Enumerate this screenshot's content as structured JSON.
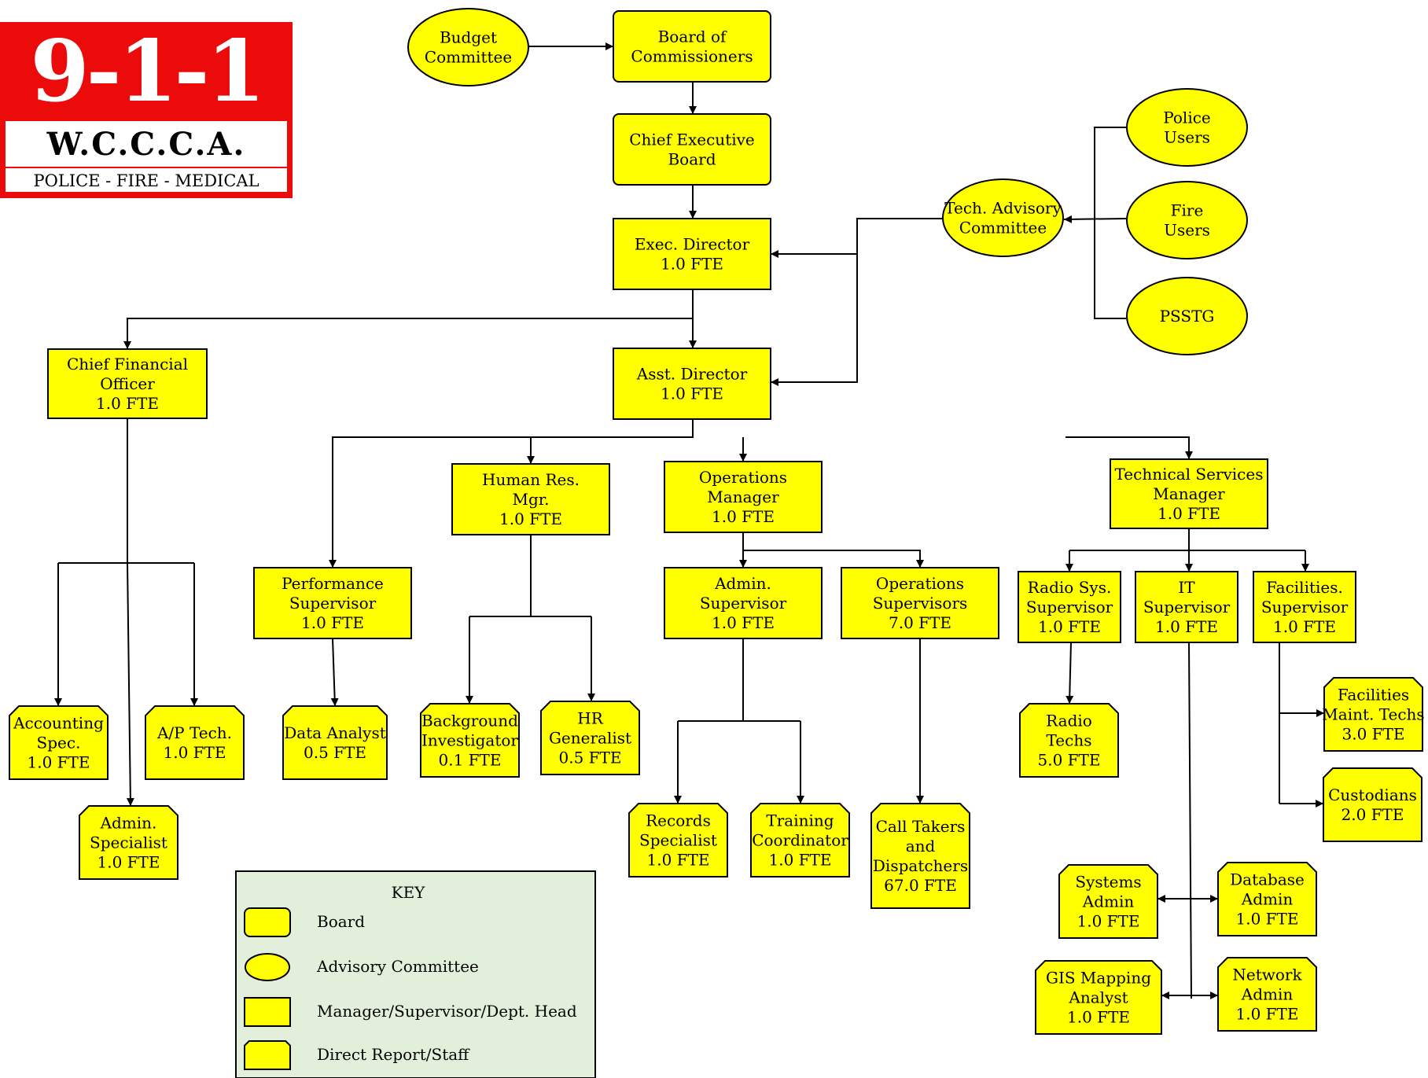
{
  "logo": {
    "number": "9-1-1",
    "org": "W.C.C.C.A.",
    "tagline": "POLICE - FIRE - MEDICAL"
  },
  "colors": {
    "box_fill": "#ffff00",
    "line": "#000000",
    "key_fill": "#e2efda",
    "logo_red": "#ec0b0b"
  },
  "nodes": [
    {
      "id": "budget",
      "shape": "ellipse",
      "lines": [
        "Budget",
        "Committee"
      ]
    },
    {
      "id": "board",
      "shape": "board",
      "lines": [
        "Board of",
        "Commissioners"
      ]
    },
    {
      "id": "ceb",
      "shape": "board",
      "lines": [
        "Chief Executive",
        "Board"
      ]
    },
    {
      "id": "exec",
      "shape": "manager",
      "lines": [
        "Exec. Director",
        "1.0 FTE"
      ]
    },
    {
      "id": "asst",
      "shape": "manager",
      "lines": [
        "Asst. Director",
        "1.0 FTE"
      ]
    },
    {
      "id": "tac",
      "shape": "ellipse",
      "lines": [
        "Tech. Advisory",
        "Committee"
      ]
    },
    {
      "id": "police",
      "shape": "ellipse",
      "lines": [
        "Police",
        "Users"
      ]
    },
    {
      "id": "fire",
      "shape": "ellipse",
      "lines": [
        "Fire",
        "Users"
      ]
    },
    {
      "id": "psstg",
      "shape": "ellipse",
      "lines": [
        "PSSTG"
      ]
    },
    {
      "id": "cfo",
      "shape": "manager",
      "lines": [
        "Chief Financial",
        "Officer",
        "1.0 FTE"
      ]
    },
    {
      "id": "hr",
      "shape": "manager",
      "lines": [
        "Human Res.",
        "Mgr.",
        "1.0 FTE"
      ]
    },
    {
      "id": "ops",
      "shape": "manager",
      "lines": [
        "Operations",
        "Manager",
        "1.0 FTE"
      ]
    },
    {
      "id": "tsm",
      "shape": "manager",
      "lines": [
        "Technical Services",
        "Manager",
        "1.0 FTE"
      ]
    },
    {
      "id": "perf",
      "shape": "manager",
      "lines": [
        "Performance",
        "Supervisor",
        "1.0 FTE"
      ]
    },
    {
      "id": "adminsup",
      "shape": "manager",
      "lines": [
        "Admin.",
        "Supervisor",
        "1.0 FTE"
      ]
    },
    {
      "id": "opsup",
      "shape": "manager",
      "lines": [
        "Operations",
        "Supervisors",
        "7.0 FTE"
      ]
    },
    {
      "id": "radiosup",
      "shape": "manager",
      "lines": [
        "Radio Sys.",
        "Supervisor",
        "1.0 FTE"
      ]
    },
    {
      "id": "itsup",
      "shape": "manager",
      "lines": [
        "IT",
        "Supervisor",
        "1.0 FTE"
      ]
    },
    {
      "id": "facsup",
      "shape": "manager",
      "lines": [
        "Facilities.",
        "Supervisor",
        "1.0 FTE"
      ]
    },
    {
      "id": "acct",
      "shape": "staff",
      "lines": [
        "Accounting",
        "Spec.",
        "1.0 FTE"
      ]
    },
    {
      "id": "ap",
      "shape": "staff",
      "lines": [
        "A/P Tech.",
        "1.0 FTE"
      ]
    },
    {
      "id": "adminspec",
      "shape": "staff",
      "lines": [
        "Admin.",
        "Specialist",
        "1.0 FTE"
      ]
    },
    {
      "id": "analyst",
      "shape": "staff",
      "lines": [
        "Data Analyst",
        "0.5 FTE"
      ]
    },
    {
      "id": "bginv",
      "shape": "staff",
      "lines": [
        "Background",
        "Investigator",
        "0.1 FTE"
      ]
    },
    {
      "id": "hrgen",
      "shape": "staff",
      "lines": [
        "HR",
        "Generalist",
        "0.5 FTE"
      ]
    },
    {
      "id": "records",
      "shape": "staff",
      "lines": [
        "Records",
        "Specialist",
        "1.0 FTE"
      ]
    },
    {
      "id": "training",
      "shape": "staff",
      "lines": [
        "Training",
        "Coordinator",
        "1.0 FTE"
      ]
    },
    {
      "id": "calltakers",
      "shape": "staff",
      "lines": [
        "Call Takers",
        "and",
        "Dispatchers",
        "67.0 FTE"
      ]
    },
    {
      "id": "radiotechs",
      "shape": "staff",
      "lines": [
        "Radio",
        "Techs",
        "5.0 FTE"
      ]
    },
    {
      "id": "facmaint",
      "shape": "staff",
      "lines": [
        "Facilities",
        "Maint. Techs",
        "3.0 FTE"
      ]
    },
    {
      "id": "custodians",
      "shape": "staff",
      "lines": [
        "Custodians",
        "2.0 FTE"
      ]
    },
    {
      "id": "sysadmin",
      "shape": "staff",
      "lines": [
        "Systems",
        "Admin",
        "1.0 FTE"
      ]
    },
    {
      "id": "dbadmin",
      "shape": "staff",
      "lines": [
        "Database",
        "Admin",
        "1.0 FTE"
      ]
    },
    {
      "id": "gis",
      "shape": "staff",
      "lines": [
        "GIS Mapping",
        "Analyst",
        "1.0 FTE"
      ]
    },
    {
      "id": "netadmin",
      "shape": "staff",
      "lines": [
        "Network",
        "Admin",
        "1.0 FTE"
      ]
    }
  ],
  "key": {
    "title": "KEY",
    "items": [
      {
        "shape": "board",
        "label": "Board"
      },
      {
        "shape": "ellipse",
        "label": "Advisory Committee"
      },
      {
        "shape": "manager",
        "label": "Manager/Supervisor/Dept. Head"
      },
      {
        "shape": "staff",
        "label": "Direct Report/Staff"
      }
    ]
  }
}
